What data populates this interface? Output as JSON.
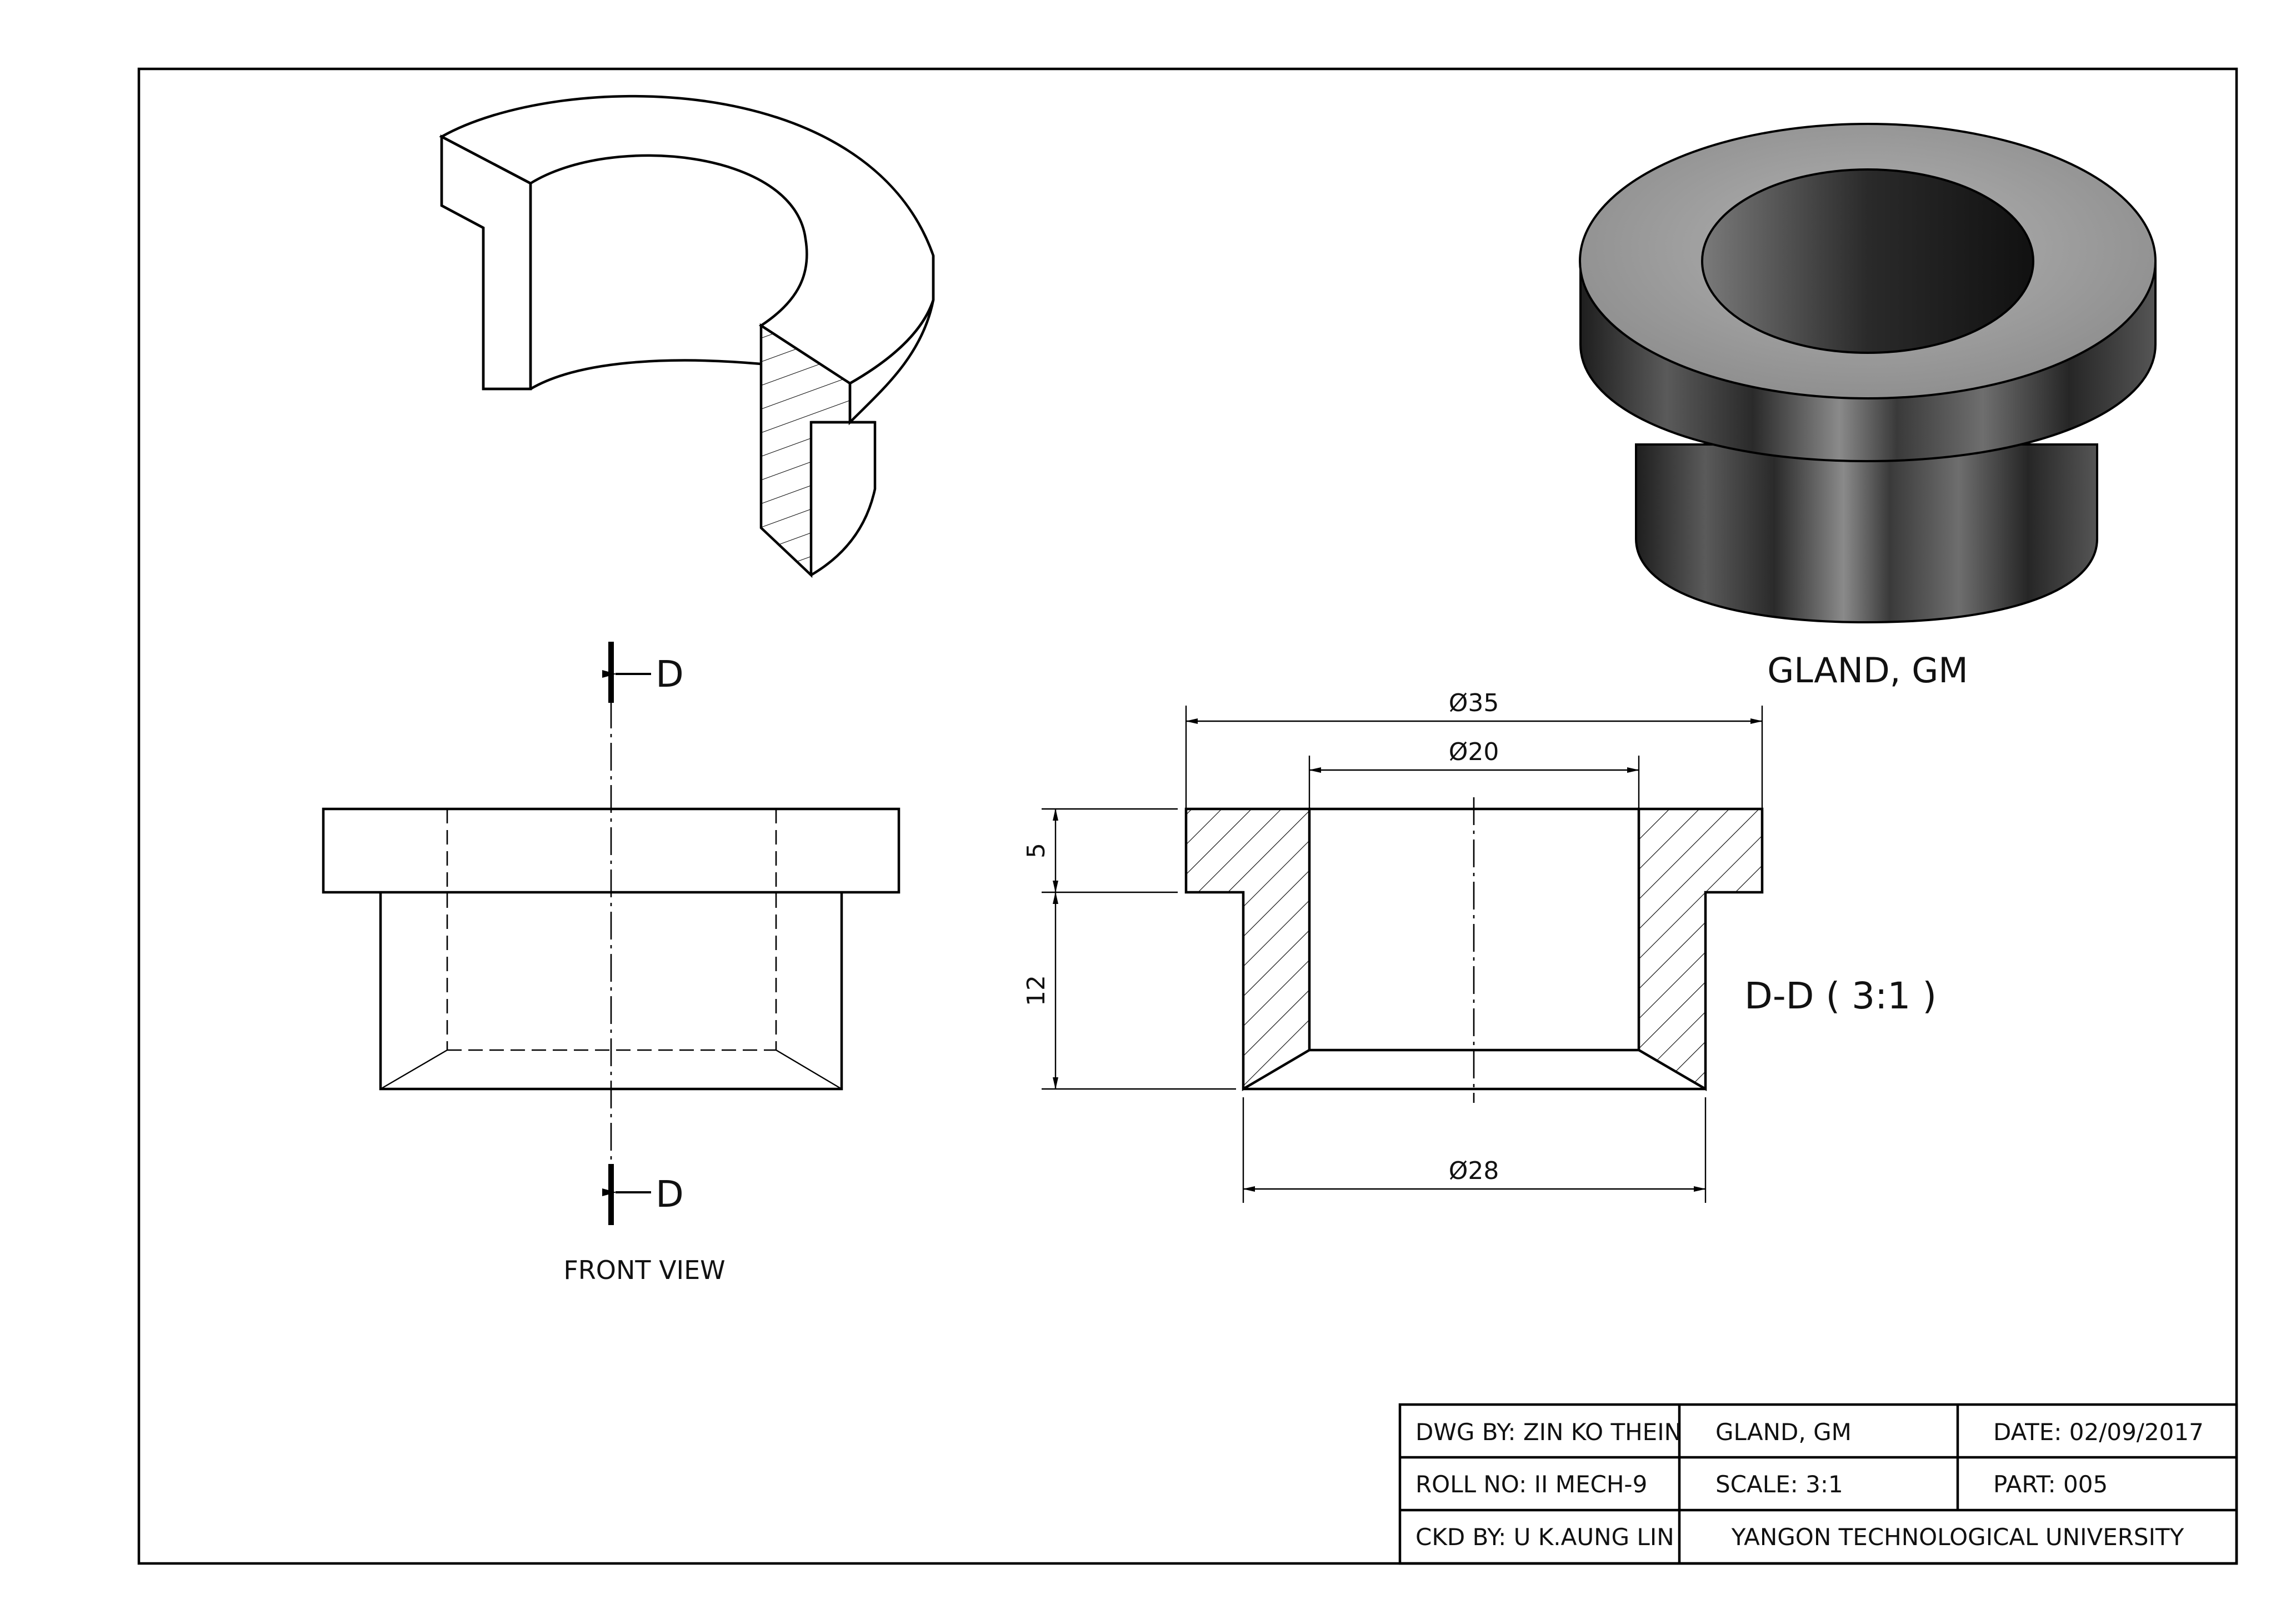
{
  "title_views": {
    "render_caption": "GLAND, GM",
    "front_view_caption": "FRONT VIEW",
    "section_caption": "D-D ( 3:1 )",
    "cutting_plane_label_top": "D",
    "cutting_plane_label_bottom": "D"
  },
  "dimensions": {
    "outer_flange_diameter": "Ø35",
    "bore_diameter": "Ø20",
    "body_diameter": "Ø28",
    "flange_thickness": "5",
    "body_height": "12"
  },
  "title_block": {
    "drawn_by": "DWG BY: ZIN KO THEIN",
    "part_name": "GLAND, GM",
    "date": "DATE: 02/09/2017",
    "roll_no": "ROLL NO: II MECH-9",
    "scale": "SCALE: 3:1",
    "part_no": "PART: 005",
    "checked_by": "CKD BY: U K.AUNG LIN",
    "institution": "YANGON TECHNOLOGICAL UNIVERSITY"
  }
}
